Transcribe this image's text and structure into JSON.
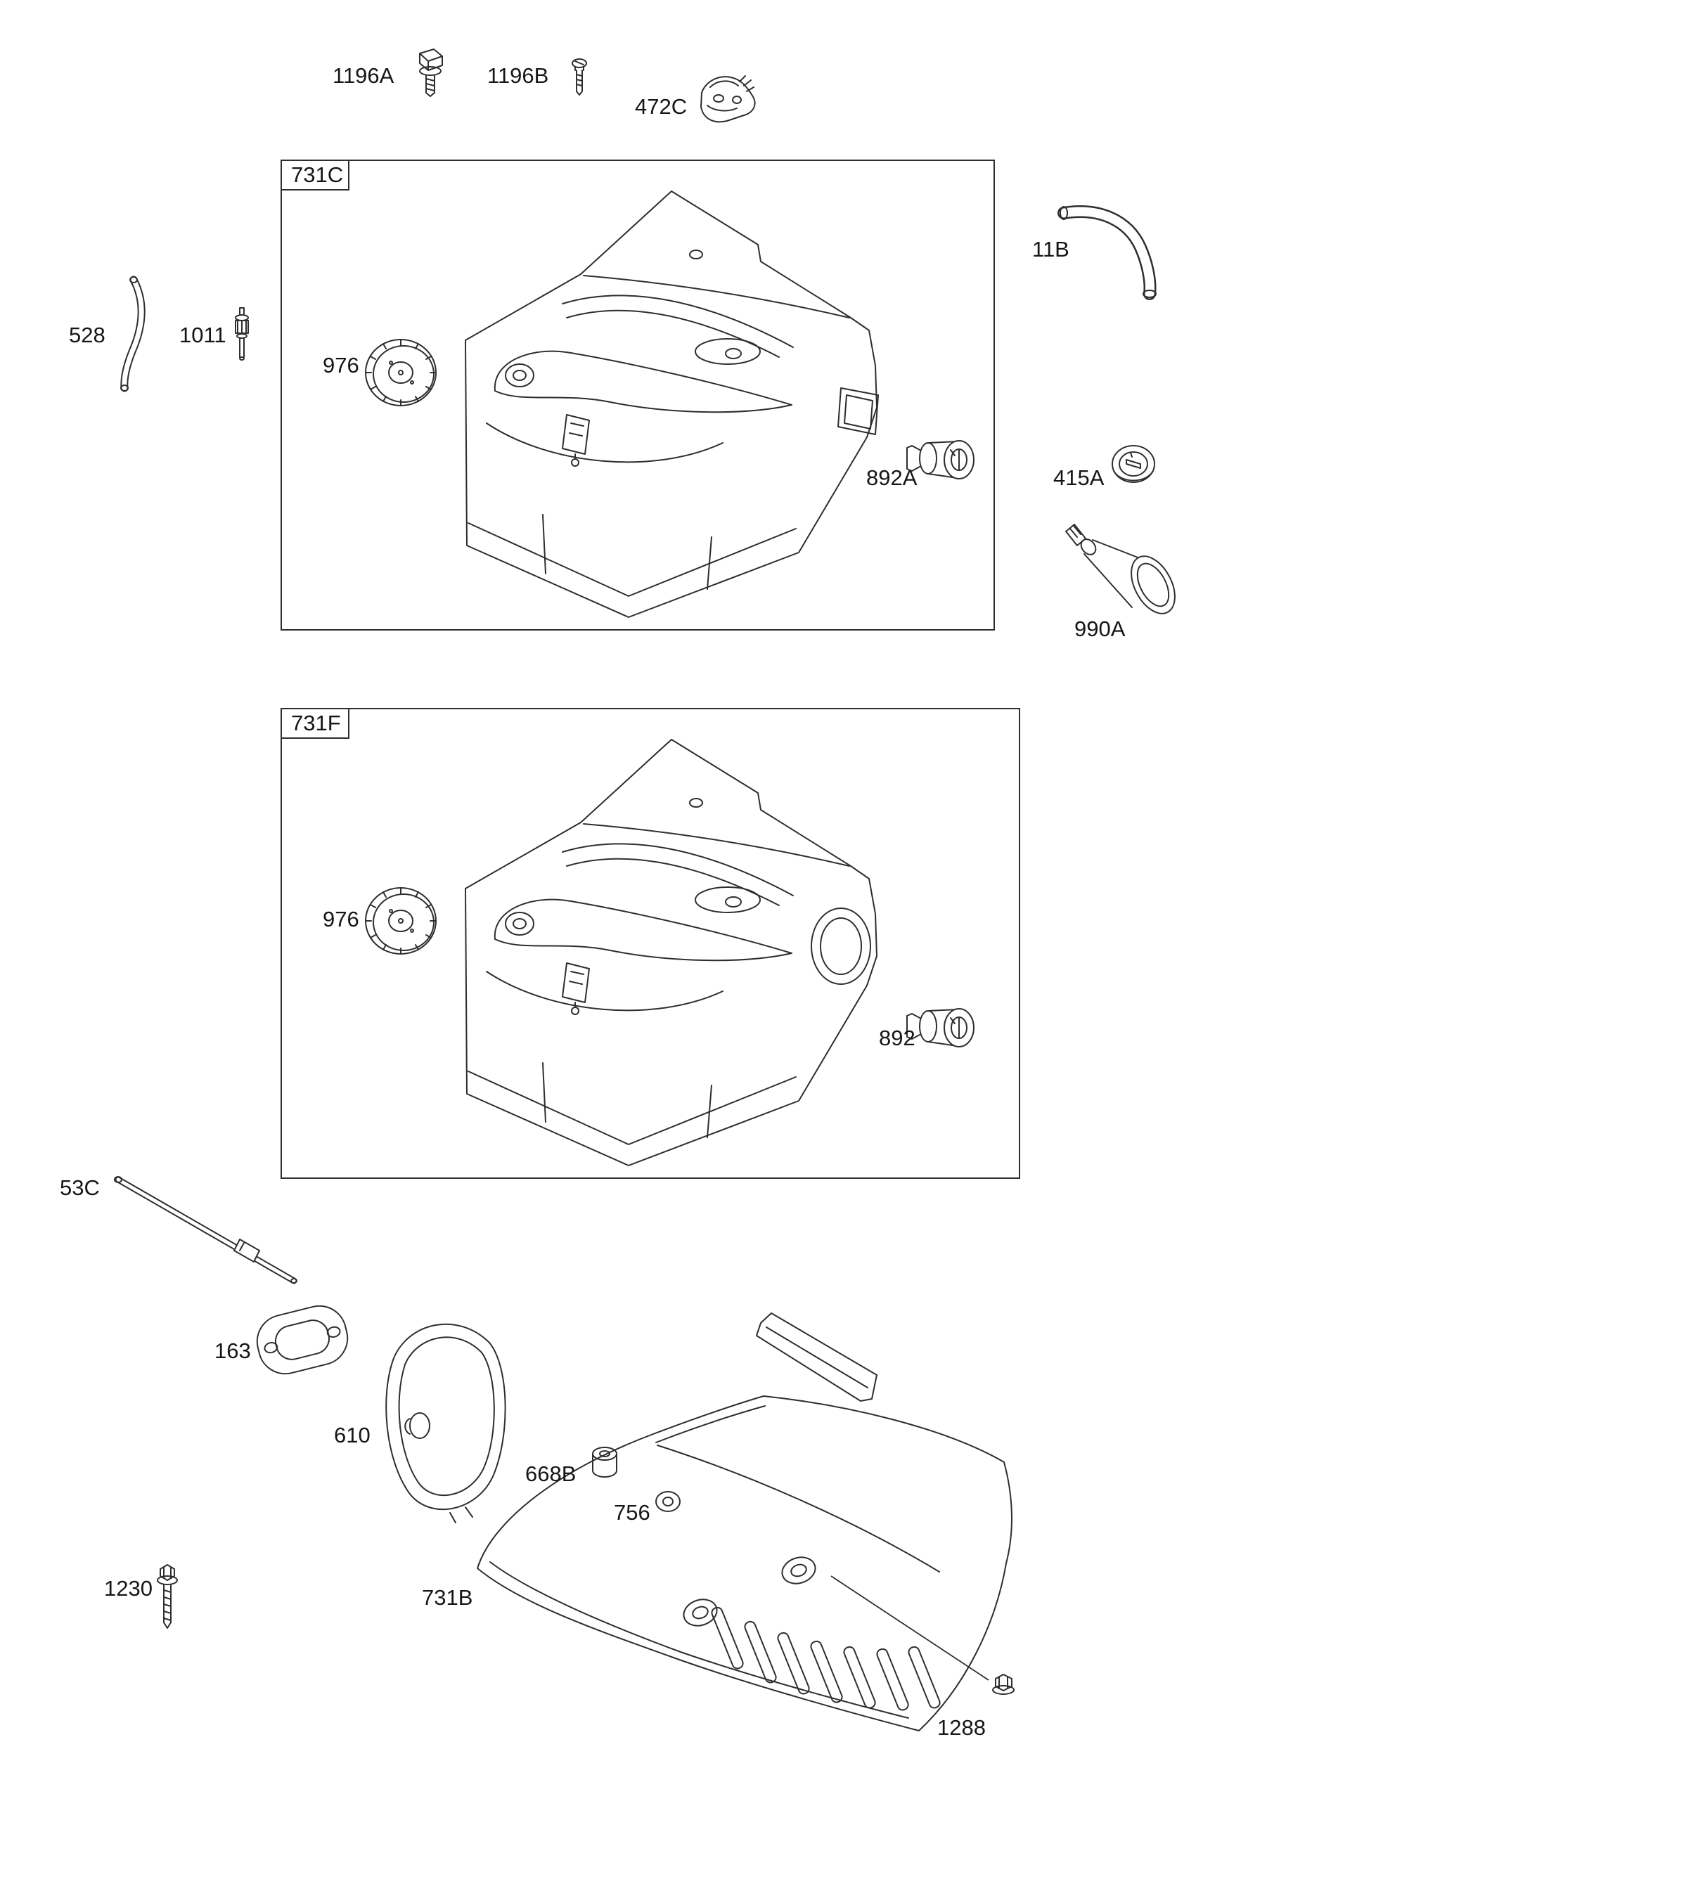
{
  "page": {
    "background": "#ffffff",
    "line_color": "#2e2e2e",
    "text_color": "#161616",
    "kind": "exploded-parts-diagram"
  },
  "boxes": {
    "731C": "731C",
    "731F": "731F"
  },
  "labels": {
    "1196A": "1196A",
    "1196B": "1196B",
    "472C": "472C",
    "528": "528",
    "1011": "1011",
    "976": "976",
    "11B": "11B",
    "892A": "892A",
    "415A": "415A",
    "990A": "990A",
    "892": "892",
    "53C": "53C",
    "163": "163",
    "610": "610",
    "668B": "668B",
    "756": "756",
    "731B": "731B",
    "1230": "1230",
    "1288": "1288"
  }
}
